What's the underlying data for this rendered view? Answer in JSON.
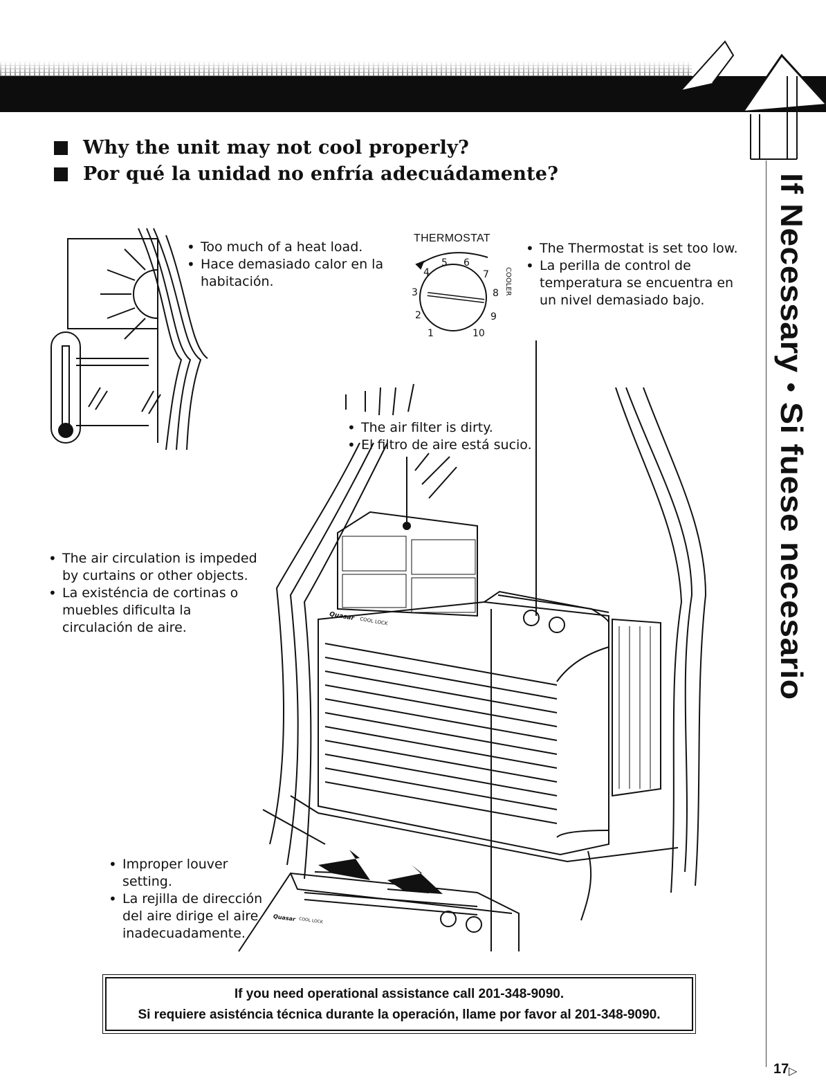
{
  "headings": [
    "Why the unit may not cool properly?",
    "Por qué la unidad no enfría adecuádamente?"
  ],
  "heat_load": [
    "Too much of a heat load.",
    "Hace demasiado calor en la habitación."
  ],
  "thermostat_issue": [
    "The Thermostat is set too low.",
    "La perilla de control de temperatura se encuentra en un nivel demasiado bajo."
  ],
  "filter_issue": [
    "The air filter is dirty.",
    "El filtro de aire está sucio."
  ],
  "circulation_issue": [
    "The air circulation is impeded by curtains or other objects.",
    "La existéncia de cortinas o muebles dificulta la circulación de aire."
  ],
  "louver_issue": [
    "Improper louver setting.",
    "La rejilla de dirección del aire dirige el aire inadecuadamente."
  ],
  "thermostat": {
    "title": "THERMOSTAT",
    "numbers": [
      "1",
      "2",
      "3",
      "4",
      "5",
      "6",
      "7",
      "8",
      "9",
      "10"
    ],
    "cooler_label": "COOLER"
  },
  "unit_brand": "Quasar",
  "unit_model": "COOL LOCK",
  "side_title": {
    "en": "If Necessary",
    "separator": "•",
    "es": "Si fuese necesario"
  },
  "footer": {
    "line1": "If you need operational assistance call 201-348-9090.",
    "line2": "Si requiere asisténcia técnica durante la operación, llame por favor al 201-348-9090."
  },
  "page_number": "17"
}
